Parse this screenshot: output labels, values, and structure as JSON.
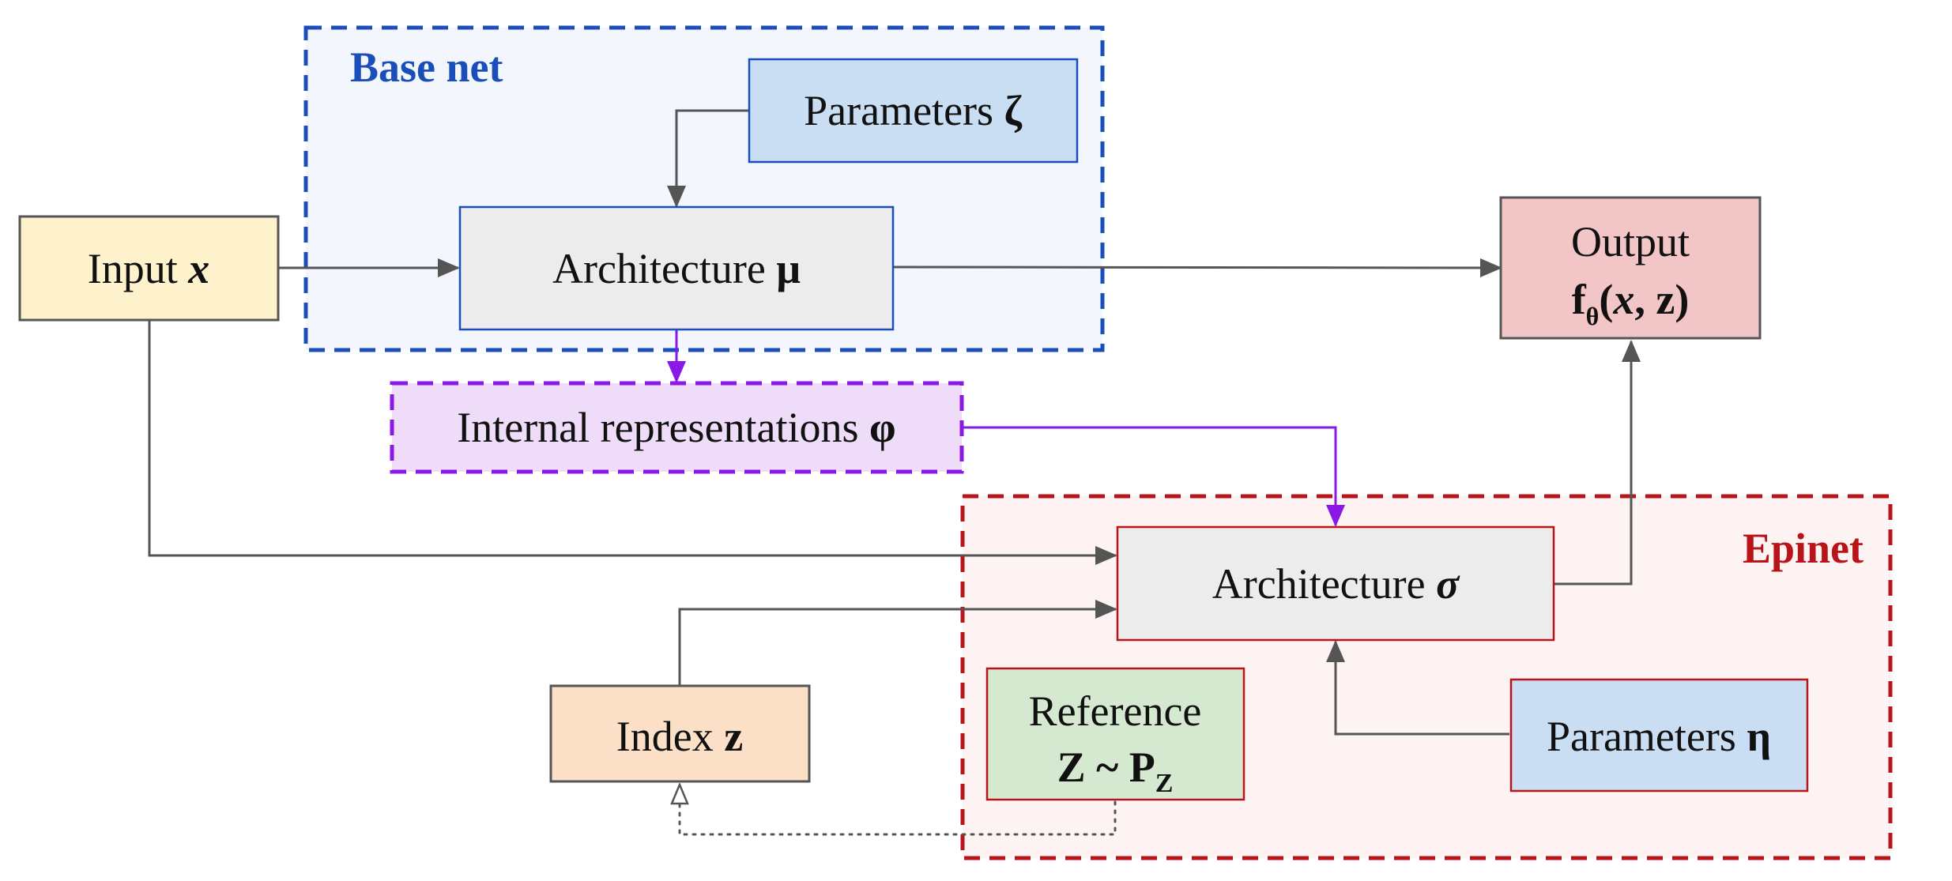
{
  "groups": {
    "base_net": {
      "title": "Base net",
      "color": "#1a4fba",
      "fill": "#f3f7fd"
    },
    "epinet": {
      "title": "Epinet",
      "color": "#b8141a",
      "fill": "#fdf3f3"
    }
  },
  "nodes": {
    "input": {
      "text": "Input ",
      "symbol": "x"
    },
    "base_params": {
      "text": "Parameters ",
      "symbol": "ζ"
    },
    "base_arch": {
      "text": "Architecture ",
      "symbol": "μ"
    },
    "internal": {
      "text": "Internal representations ",
      "symbol": "φ"
    },
    "output": {
      "line1": "Output",
      "f": "f",
      "sub": "θ",
      "open": "(",
      "x": "x",
      "rest": ", z)"
    },
    "epi_arch": {
      "text": "Architecture ",
      "symbol": "σ"
    },
    "index": {
      "text": "Index ",
      "symbol": "z"
    },
    "reference": {
      "line1": "Reference",
      "main": "Z ~ P",
      "sub": "Z"
    },
    "epi_params": {
      "text": "Parameters ",
      "symbol": "η"
    }
  },
  "colors": {
    "arrow": "#555555",
    "purple": "#8a19e6",
    "input_fill": "#fef2cc",
    "base_params_fill": "#c9def2",
    "arch_fill": "#ececec",
    "internal_fill": "#eedcf8",
    "output_fill": "#f2c6c6",
    "index_fill": "#fbe0c7",
    "reference_fill": "#d5e8d0",
    "epi_params_fill": "#c9def2"
  }
}
